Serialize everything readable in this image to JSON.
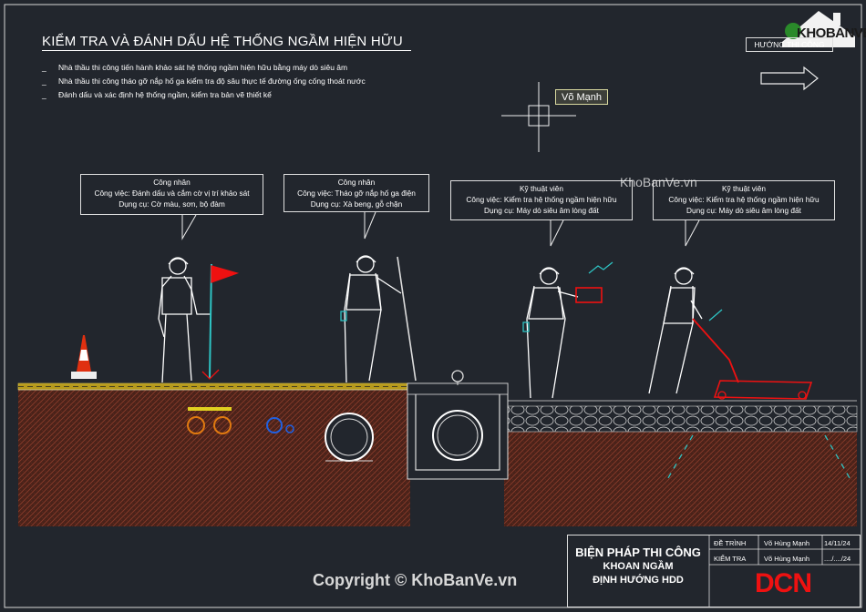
{
  "title": "KIỂM TRA VÀ ĐÁNH DẤU HỆ THỐNG NGẦM HIỆN HỮU",
  "notes": [
    "Nhà thầu thi công tiến hành khảo sát hệ thống ngầm hiện hữu bằng máy dò siêu âm",
    "Nhà thầu thi công tháo gỡ nắp hố ga kiểm tra độ sâu thực tế đường ống cống thoát nước",
    "Đánh dấu và xác định hệ thống ngầm, kiểm tra bản vẽ thiết kế"
  ],
  "note_bullet": "_",
  "direction_label": "HƯỚNG THI CÔNG",
  "name_tag": "Võ Mạnh",
  "callouts": [
    {
      "role": "Công nhân",
      "task": "Công việc: Đánh dấu và cắm cờ vị trí khảo sát",
      "tool": "Dụng cụ: Cờ màu, sơn, bộ đàm"
    },
    {
      "role": "Công nhân",
      "task": "Công việc: Tháo gỡ nắp hố ga điện",
      "tool": "Dụng cụ: Xà beng, gỗ chặn"
    },
    {
      "role": "Kỹ thuật viên",
      "task": "Công việc: Kiểm tra hệ thống ngầm hiện hữu",
      "tool": "Dụng cụ: Máy dò siêu âm lòng đất"
    },
    {
      "role": "Kỹ thuật viên",
      "task": "Công việc: Kiểm tra hệ thống ngầm hiện hữu",
      "tool": "Dụng cụ: Máy dò siêu âm lòng đất"
    }
  ],
  "watermark_top": "KhoBanVe.vn",
  "logo_text": "KHOBANVE",
  "copyright": "Copyright © KhoBanVe.vn",
  "title_block": {
    "line1": "BIỆN PHÁP THI CÔNG",
    "line2": "KHOAN NGẦM",
    "line3": "ĐỊNH HƯỚNG HDD",
    "rows": [
      {
        "label": "ĐỀ TRÌNH",
        "name": "Võ Hùng Mạnh",
        "date": "14/11/24"
      },
      {
        "label": "KIỂM TRA",
        "name": "Võ Hùng Mạnh",
        "date": "..../..../24"
      }
    ],
    "brand": "DCN"
  },
  "colors": {
    "background": "#22262d",
    "soil": "#5a2a1e",
    "road": "#c9a820",
    "accent": "#e11d1d",
    "cyan": "#2ec4c4"
  }
}
